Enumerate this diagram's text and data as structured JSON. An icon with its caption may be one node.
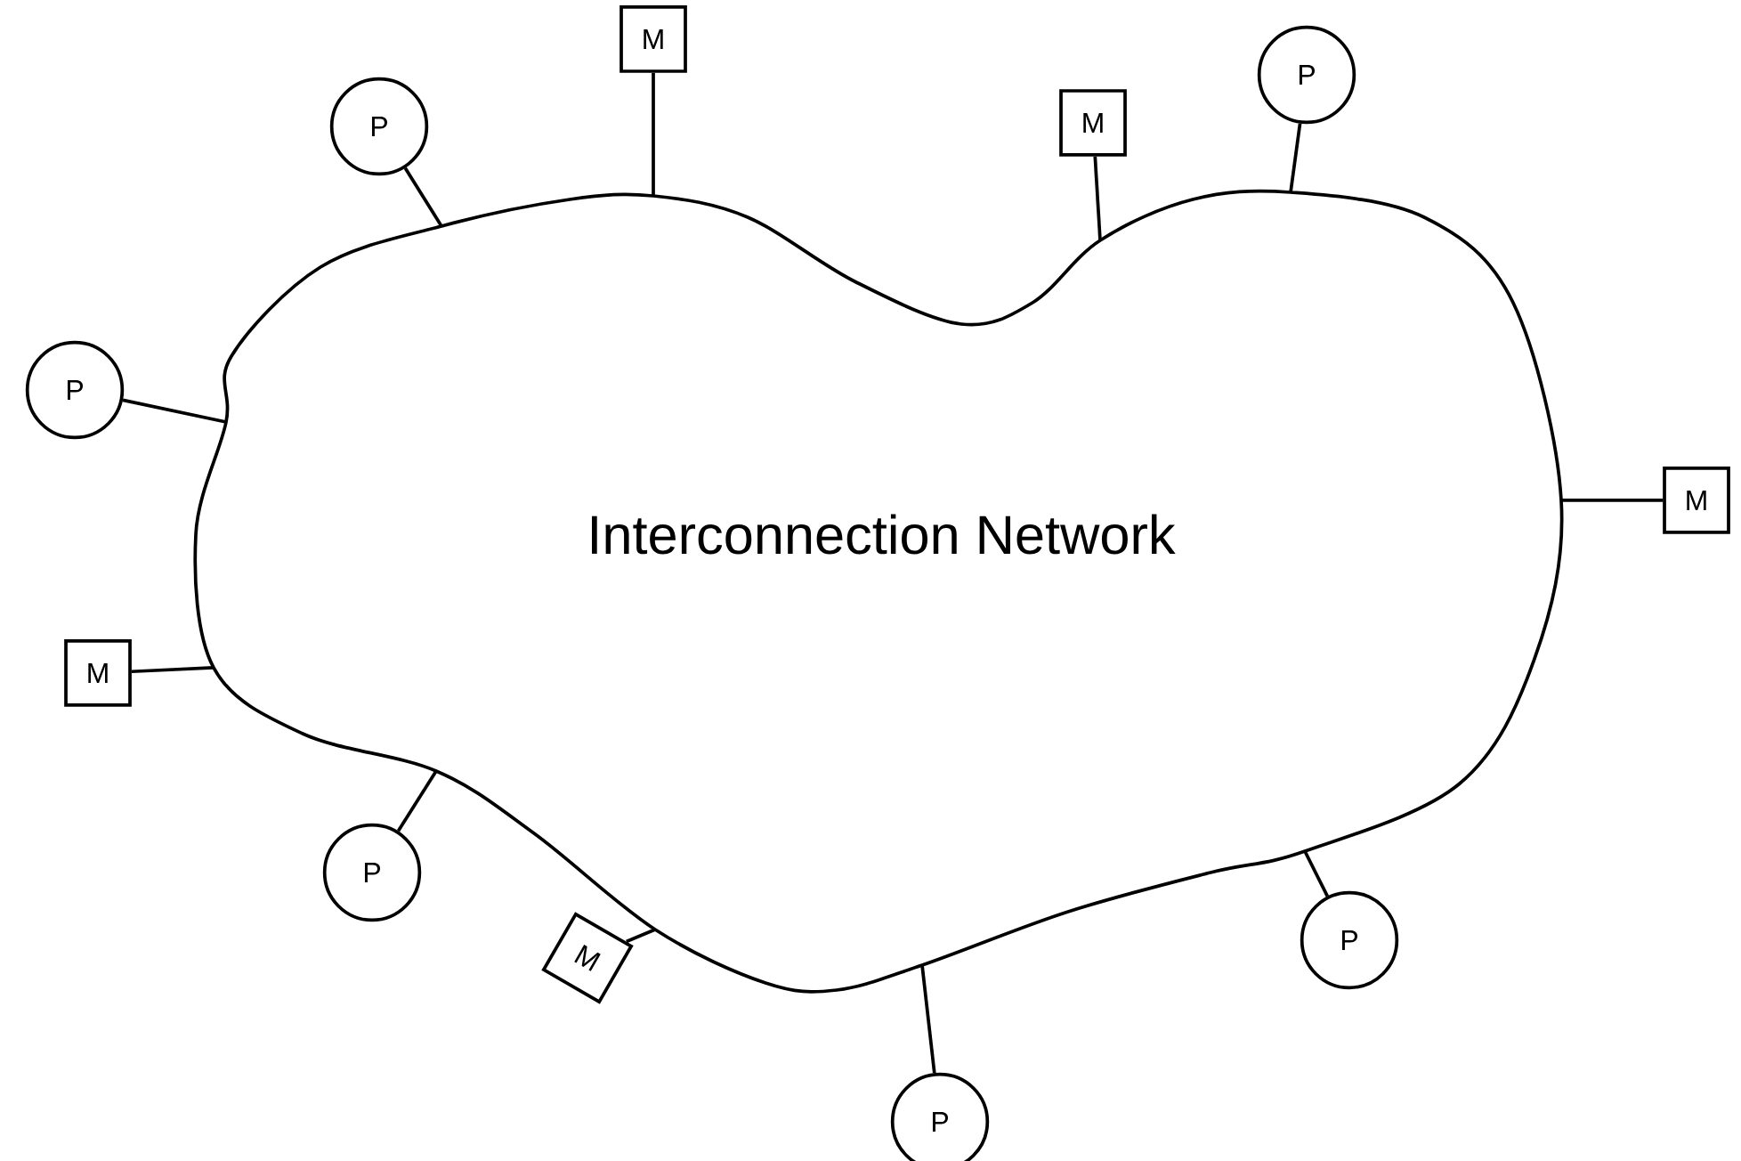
{
  "diagram": {
    "nodes": [
      {
        "text": [
          "Interconnection Network"
        ]
      },
      {
        "text": [
          "M"
        ]
      },
      {
        "text": [
          "P"
        ]
      },
      {
        "text": [
          "M"
        ]
      },
      {
        "text": [
          "P"
        ]
      },
      {
        "text": [
          "P"
        ]
      },
      {
        "text": [
          "M"
        ]
      },
      {
        "text": [
          "M"
        ]
      },
      {
        "text": [
          "P"
        ]
      },
      {
        "text": [
          "P"
        ]
      },
      {
        "text": [
          "M"
        ]
      },
      {
        "text": [
          "P"
        ]
      }
    ],
    "edges": [
      {
        "from": 1,
        "to": 0,
        "arrow": "none"
      },
      {
        "from": 2,
        "to": 0,
        "arrow": "none"
      },
      {
        "from": 3,
        "to": 0,
        "arrow": "none"
      },
      {
        "from": 4,
        "to": 0,
        "arrow": "none"
      },
      {
        "from": 5,
        "to": 0,
        "arrow": "none"
      },
      {
        "from": 6,
        "to": 0,
        "arrow": "none"
      },
      {
        "from": 7,
        "to": 0,
        "arrow": "none"
      },
      {
        "from": 8,
        "to": 0,
        "arrow": "none"
      },
      {
        "from": 9,
        "to": 0,
        "arrow": "none"
      },
      {
        "from": 10,
        "to": 0,
        "arrow": "none"
      },
      {
        "from": 11,
        "to": 0,
        "arrow": "none"
      }
    ]
  }
}
